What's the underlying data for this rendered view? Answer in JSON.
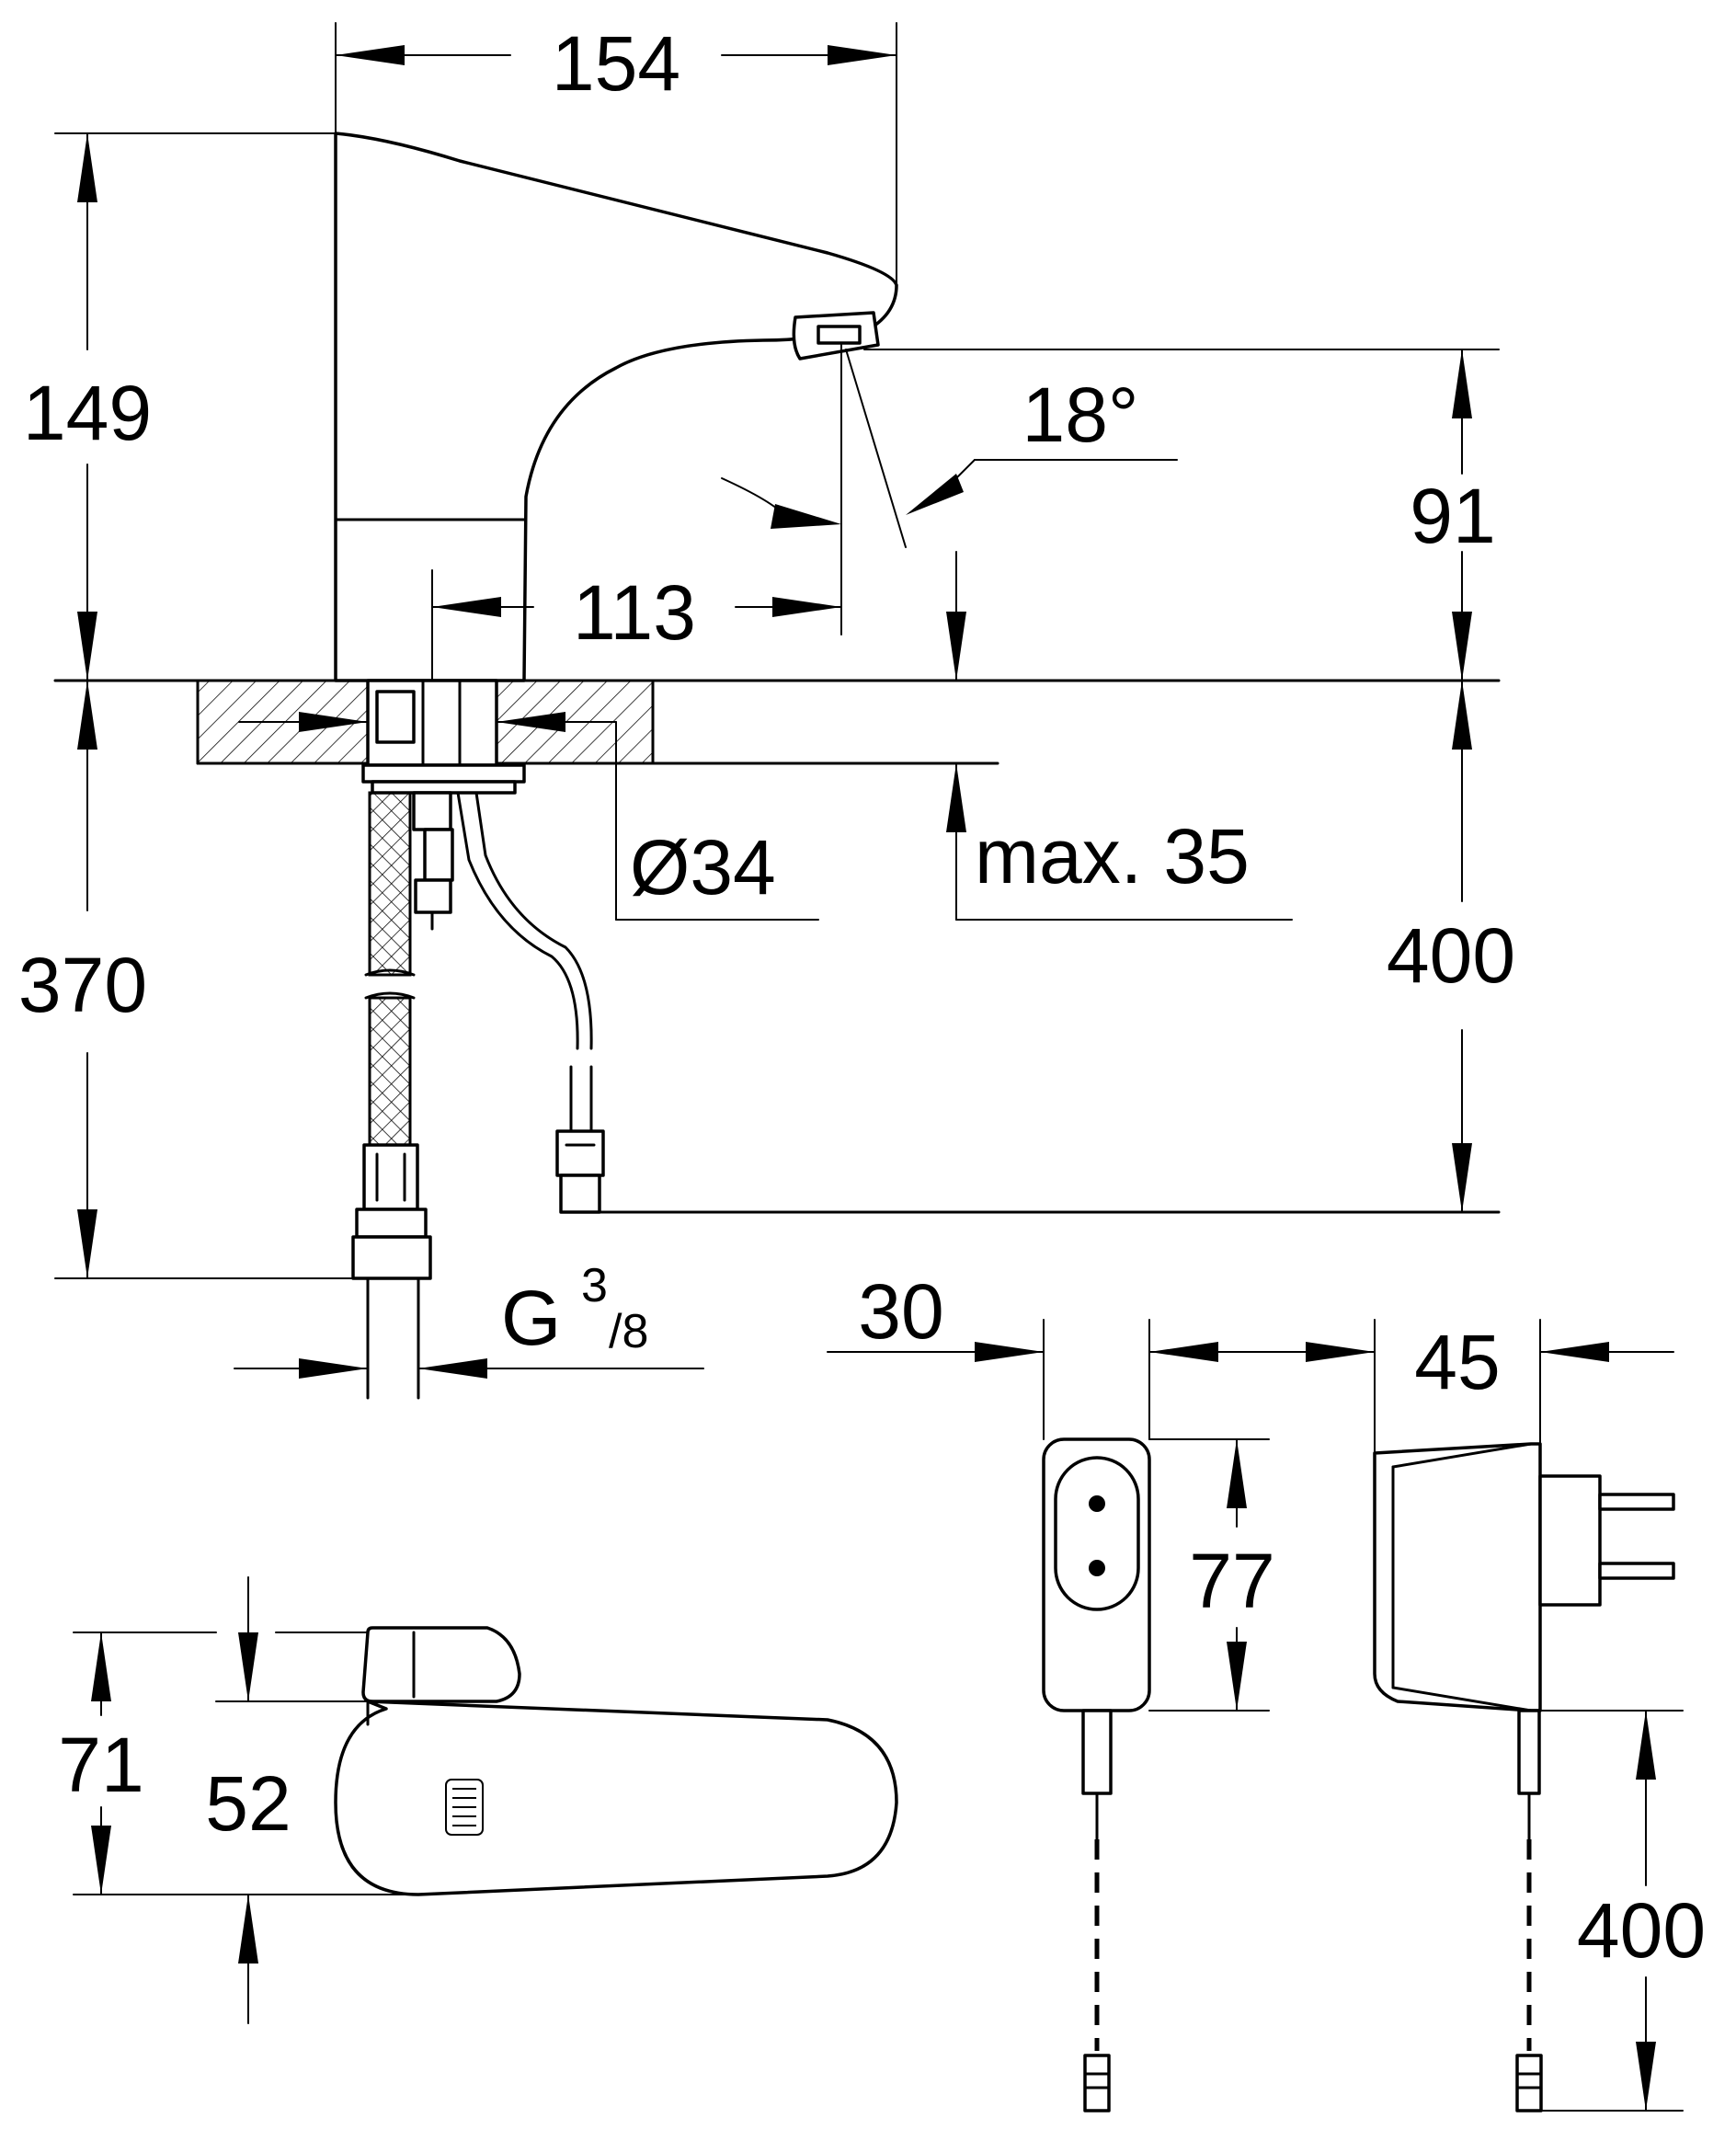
{
  "dimensions": {
    "spout_length": "154",
    "total_height": "149",
    "spout_clearance": "91",
    "sensor_angle": "18°",
    "spout_reach": "113",
    "hole_diameter": "Ø34",
    "max_deck_thickness": "max. 35",
    "hose_length": "370",
    "cable_length": "400",
    "thread_main": "G",
    "thread_num": "3",
    "thread_den": "/8",
    "handle_height": "71",
    "handle_offset": "52",
    "adapter_depth": "30",
    "adapter_side_depth": "45",
    "adapter_height": "77",
    "adapter_cable_length": "400"
  }
}
